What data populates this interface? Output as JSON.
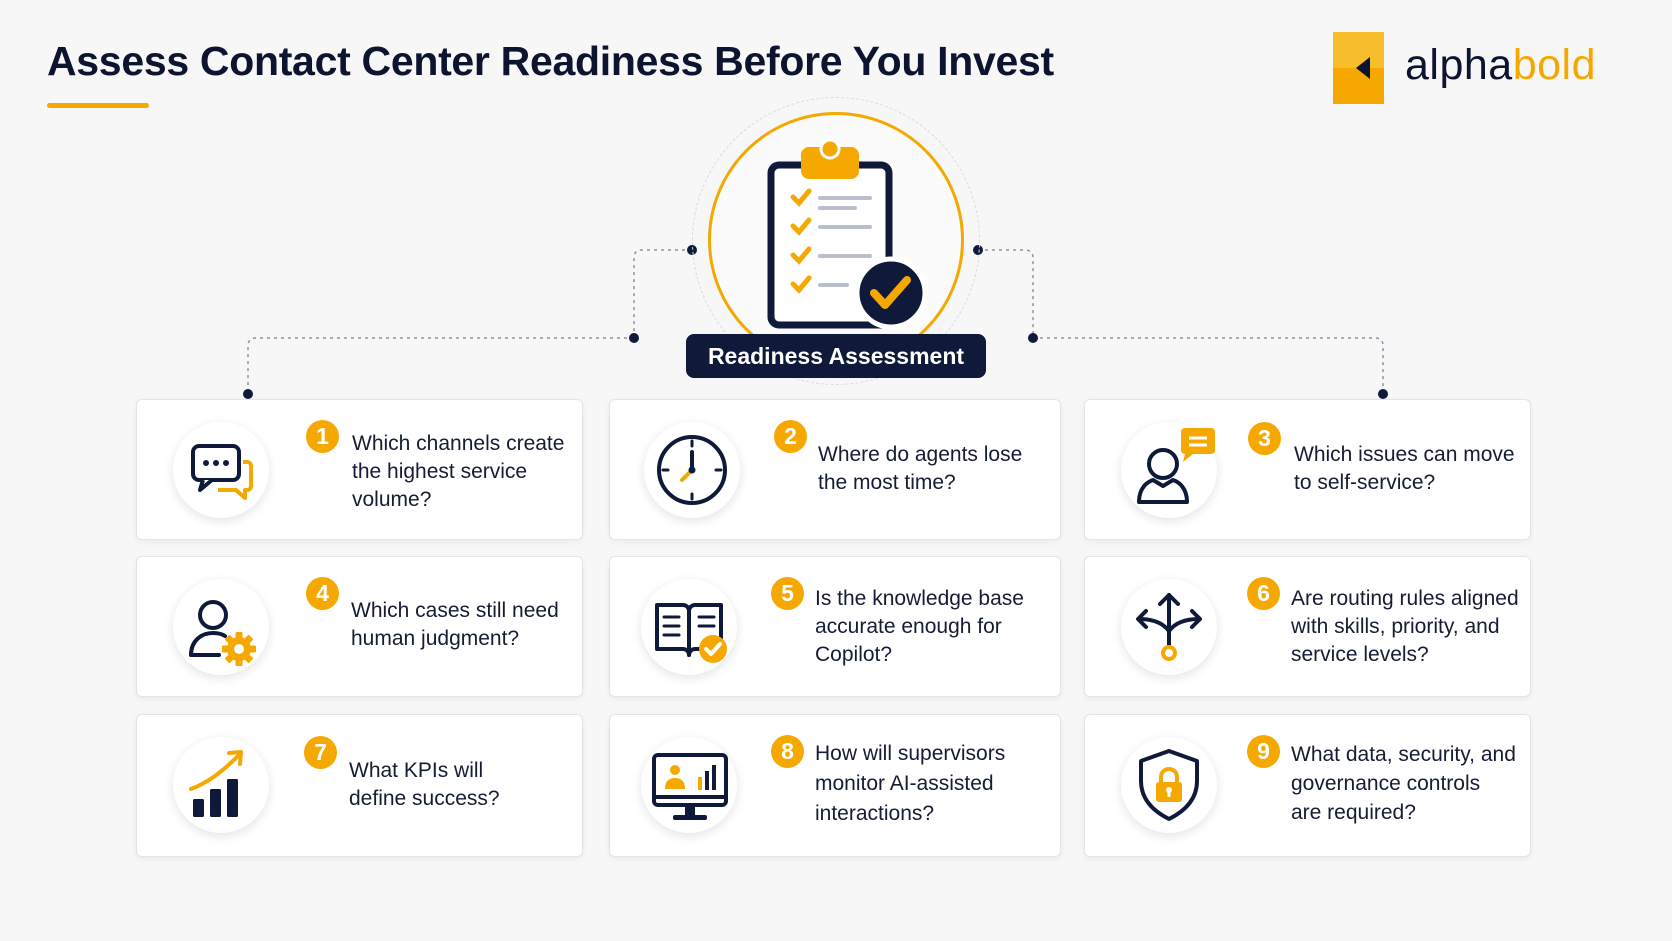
{
  "header": {
    "title": "Assess Contact Center Readiness Before You Invest",
    "logo_text_primary": "alpha",
    "logo_text_accent": "bold"
  },
  "hub": {
    "label": "Readiness Assessment",
    "icon": "clipboard-check-icon"
  },
  "colors": {
    "accent": "#f5a800",
    "navy": "#0f1a3a",
    "background": "#f7f7f8",
    "card": "#ffffff"
  },
  "questions": [
    {
      "number": "1",
      "icon": "chat-bubbles-icon",
      "lines": [
        "Which channels create",
        "the highest service",
        "volume?"
      ]
    },
    {
      "number": "2",
      "icon": "clock-icon",
      "lines": [
        "Where do agents lose",
        "the most time?"
      ]
    },
    {
      "number": "3",
      "icon": "user-message-icon",
      "lines": [
        "Which issues can move",
        "to self-service?"
      ]
    },
    {
      "number": "4",
      "icon": "user-gear-icon",
      "lines": [
        "Which cases still need",
        "human judgment?"
      ]
    },
    {
      "number": "5",
      "icon": "book-check-icon",
      "lines": [
        "Is the knowledge base",
        "accurate enough for",
        "Copilot?"
      ]
    },
    {
      "number": "6",
      "icon": "routing-arrows-icon",
      "lines": [
        "Are routing rules aligned",
        "with skills, priority, and",
        "service levels?"
      ]
    },
    {
      "number": "7",
      "icon": "bar-chart-growth-icon",
      "lines": [
        "What KPIs will",
        "define success?"
      ]
    },
    {
      "number": "8",
      "icon": "monitor-dashboard-icon",
      "lines": [
        "How will supervisors",
        "monitor AI-assisted",
        "interactions?"
      ]
    },
    {
      "number": "9",
      "icon": "shield-lock-icon",
      "lines": [
        "What data, security, and",
        "governance controls",
        "are required?"
      ]
    }
  ]
}
